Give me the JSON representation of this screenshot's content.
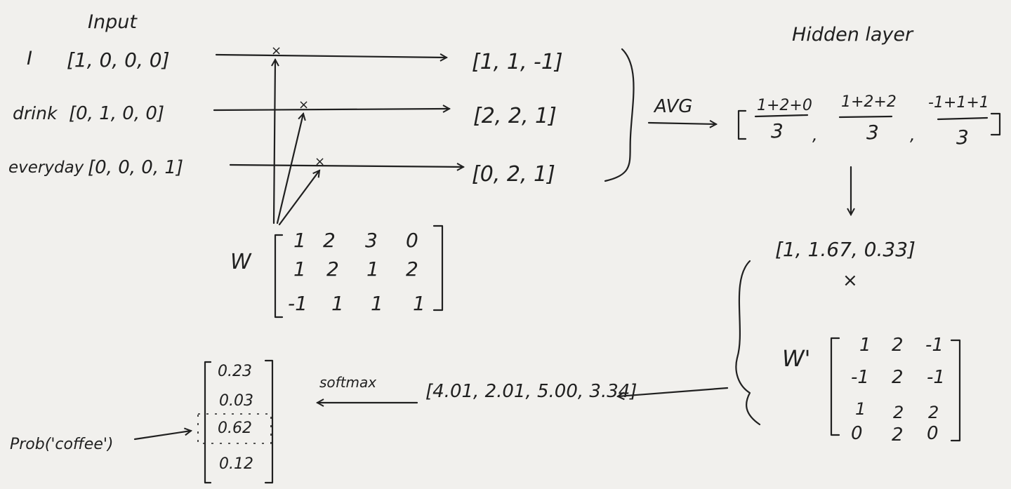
{
  "titles": {
    "input": "Input",
    "hidden": "Hidden layer"
  },
  "inputs": [
    {
      "word": "I",
      "vector": "[1, 0, 0, 0]",
      "product": "[1, 1, -1]"
    },
    {
      "word": "drink",
      "vector": "[0, 1, 0, 0]",
      "product": "[2, 2, 1]"
    },
    {
      "word": "everyday",
      "vector": "[0, 0, 0, 1]",
      "product": "[0, 2, 1]"
    }
  ],
  "W": {
    "label": "W",
    "rows": [
      [
        "1",
        "2",
        "3",
        "0"
      ],
      [
        "1",
        "2",
        "1",
        "2"
      ],
      [
        "-1",
        "1",
        "1",
        "1"
      ]
    ]
  },
  "avg": {
    "label": "AVG",
    "fractions": [
      {
        "num": "1+2+0",
        "den": "3"
      },
      {
        "num": "1+2+2",
        "den": "3"
      },
      {
        "num": "-1+1+1",
        "den": "3"
      }
    ]
  },
  "hidden_vector": "[1, 1.67, 0.33]",
  "times": "×",
  "W_prime": {
    "label": "W'",
    "rows": [
      [
        "1",
        "2",
        "-1"
      ],
      [
        "-1",
        "2",
        "-1"
      ],
      [
        "1",
        "2",
        "2"
      ],
      [
        "0",
        "2",
        "0"
      ]
    ]
  },
  "output_scores": "[4.01, 2.01, 5.00, 3.34]",
  "softmax": {
    "label": "softmax",
    "probs": [
      "0.23",
      "0.03",
      "0.62",
      "0.12"
    ]
  },
  "prob_label": "Prob('coffee')"
}
